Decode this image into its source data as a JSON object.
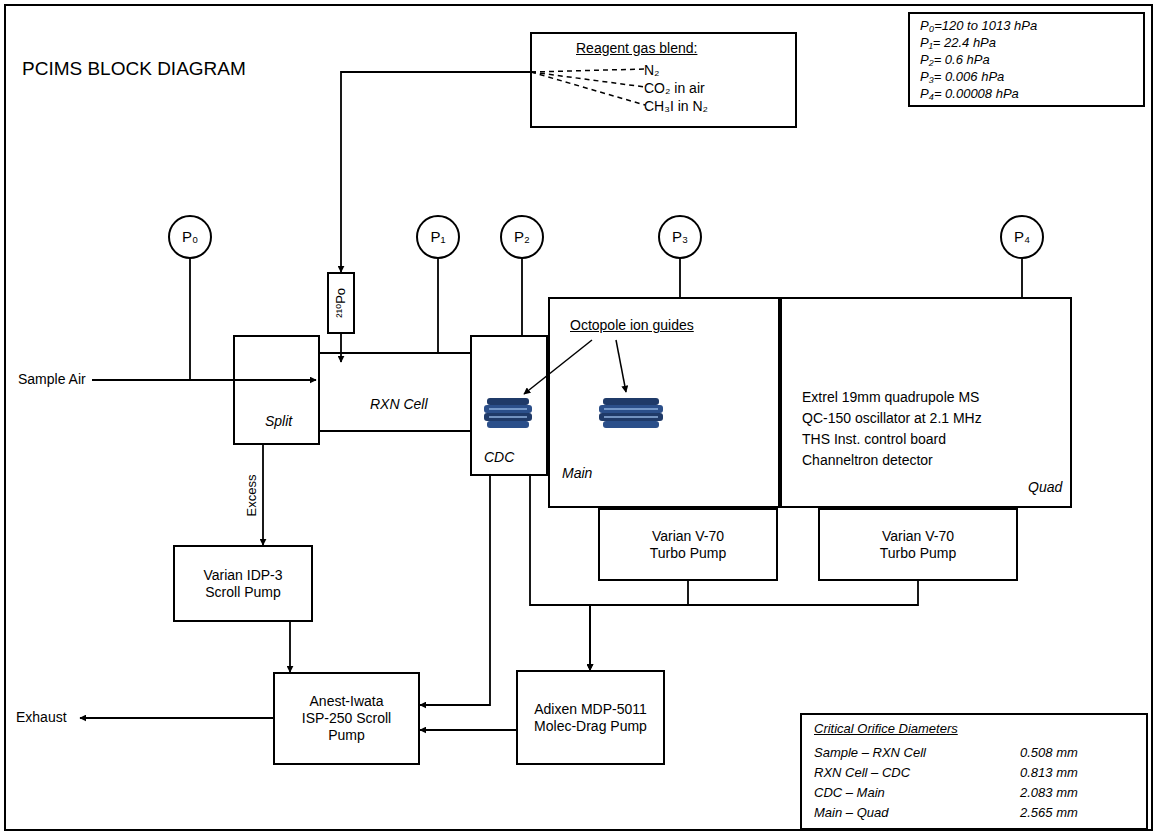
{
  "diagram": {
    "title": "PCIMS BLOCK DIAGRAM",
    "nodes": [
      {
        "text": [
          "Reagent gas blend:",
          "N₂",
          "CO₂ in air",
          "CH₃I in N₂"
        ]
      },
      {
        "text": [
          "P₀=120 to 1013 hPa",
          "P₁= 22.4 hPa",
          "P₂= 0.6 hPa",
          "P₃= 0.006 hPa",
          "P₄= 0.00008 hPa"
        ]
      },
      {
        "text": [
          "P₀"
        ]
      },
      {
        "text": [
          "P₁"
        ]
      },
      {
        "text": [
          "P₂"
        ]
      },
      {
        "text": [
          "P₃"
        ]
      },
      {
        "text": [
          "P₄"
        ]
      },
      {
        "text": [
          "²¹⁰Po"
        ]
      },
      {
        "text": [
          "Split"
        ]
      },
      {
        "text": [
          "RXN Cell"
        ]
      },
      {
        "text": [
          "CDC"
        ]
      },
      {
        "text": [
          "Octopole ion guides",
          "Main"
        ]
      },
      {
        "text": [
          "Extrel 19mm quadrupole MS",
          "QC-150 oscillator at 2.1 MHz",
          "THS Inst. control board",
          "Channeltron detector",
          "Quad"
        ]
      },
      {
        "text": [
          "Varian IDP-3 Scroll Pump"
        ]
      },
      {
        "text": [
          "Varian V-70 Turbo Pump"
        ]
      },
      {
        "text": [
          "Varian V-70 Turbo Pump"
        ]
      },
      {
        "text": [
          "Anest-Iwata ISP-250 Scroll Pump"
        ]
      },
      {
        "text": [
          "Adixen MDP-5011 Molec-Drag Pump"
        ]
      },
      {
        "text": [
          "Critical Orifice Diameters",
          "Sample – RXN Cell",
          "0.508 mm",
          "RXN Cell – CDC",
          "0.813 mm",
          "CDC – Main",
          "2.083 mm",
          "Main – Quad",
          "2.565 mm"
        ]
      }
    ],
    "edges": [
      {
        "from": 2,
        "to": 8,
        "arrow": "none"
      },
      {
        "from": 3,
        "to": 9,
        "arrow": "none"
      },
      {
        "from": 4,
        "to": 10,
        "arrow": "none"
      },
      {
        "from": 5,
        "to": 11,
        "arrow": "none"
      },
      {
        "from": 6,
        "to": 12,
        "arrow": "none"
      },
      {
        "from": 0,
        "to": 7,
        "arrow": "to"
      },
      {
        "from": 8,
        "to": 13,
        "arrow": "to",
        "label": "Excess"
      },
      {
        "from": 13,
        "to": 16,
        "arrow": "to"
      },
      {
        "from": 10,
        "to": 16,
        "arrow": "to"
      },
      {
        "from": 17,
        "to": 16,
        "arrow": "to"
      },
      {
        "from": 10,
        "to": 17,
        "arrow": "to"
      },
      {
        "from": 14,
        "to": 17,
        "arrow": "to"
      },
      {
        "from": 15,
        "to": 17,
        "arrow": "to"
      }
    ],
    "labels": [
      "Sample Air",
      "Exhaust"
    ]
  }
}
